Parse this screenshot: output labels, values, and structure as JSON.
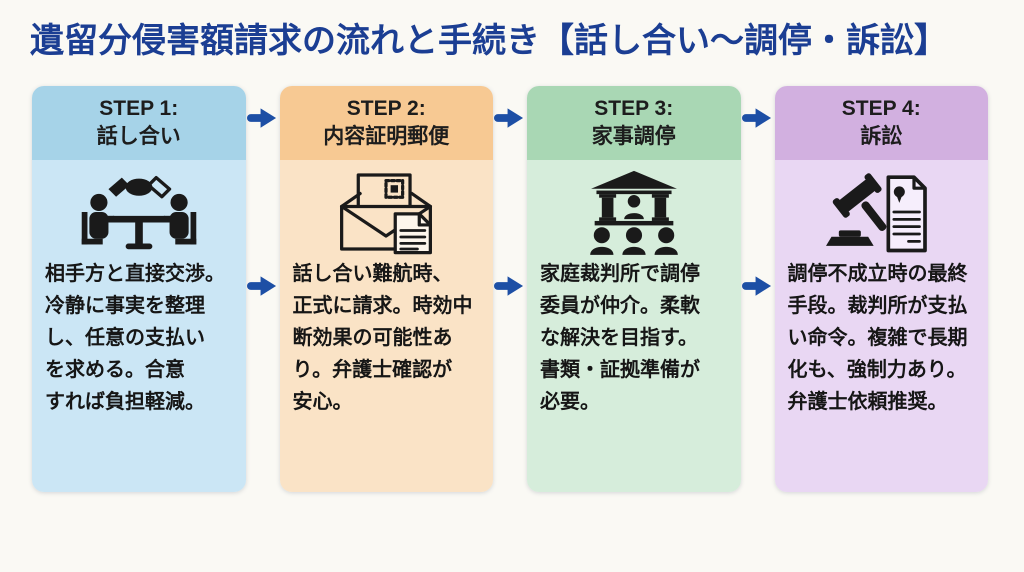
{
  "title": "遺留分侵害額請求の流れと手続き【話し合い〜調停・訴訟】",
  "colors": {
    "background": "#faf9f4",
    "title_text": "#1b3e93",
    "arrow": "#1d4fa5",
    "step1_header": "#a6d3e8",
    "step1_body": "#cbe6f5",
    "step2_header": "#f7c993",
    "step2_body": "#fae3c6",
    "step3_header": "#a9d7b4",
    "step3_body": "#d6eddb",
    "step4_header": "#d2b0e0",
    "step4_body": "#e9d7f3",
    "icon_color": "#1a1a1a"
  },
  "steps": [
    {
      "label": "STEP 1:",
      "name": "話し合い",
      "icon": "negotiation-icon",
      "description": "相手方と直接交渉。\n冷静に事実を整理\nし、任意の支払い\nを求める。合意\nすれば負担軽減。"
    },
    {
      "label": "STEP 2:",
      "name": "内容証明郵便",
      "icon": "certified-mail-icon",
      "description": "話し合い難航時、\n正式に請求。時効中\n断効果の可能性あ\nり。弁護士確認が\n安心。"
    },
    {
      "label": "STEP 3:",
      "name": "家事調停",
      "icon": "family-court-icon",
      "description": "家庭裁判所で調停\n委員が仲介。柔軟\nな解決を目指す。\n書類・証拠準備が\n必要。"
    },
    {
      "label": "STEP 4:",
      "name": "訴訟",
      "icon": "litigation-icon",
      "description": "調停不成立時の最終\n手段。裁判所が支払\nい命令。複雑で長期\n化も、強制力あり。\n弁護士依頼推奨。"
    }
  ],
  "flow_arrow": "right-arrow-icon"
}
